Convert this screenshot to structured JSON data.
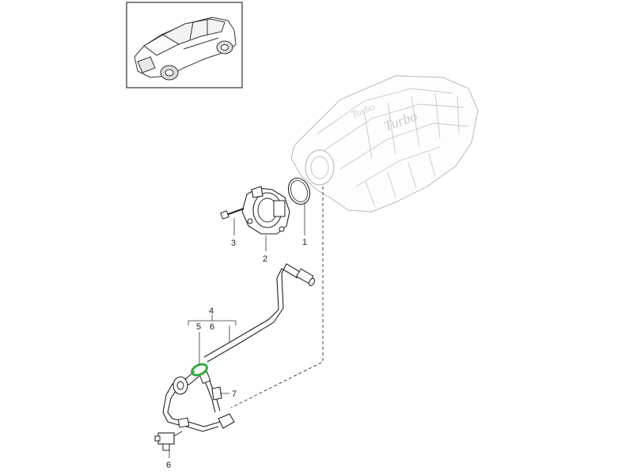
{
  "callouts": {
    "c1": "1",
    "c2": "2",
    "c3": "3",
    "c4": "4",
    "c5": "5",
    "c6": "6",
    "c6b": "6",
    "c7": "7"
  },
  "colors": {
    "highlight": "#2fae3a",
    "line": "#222222",
    "manifold": "#b9b9b9"
  },
  "manifold_lettering": "Turbo"
}
